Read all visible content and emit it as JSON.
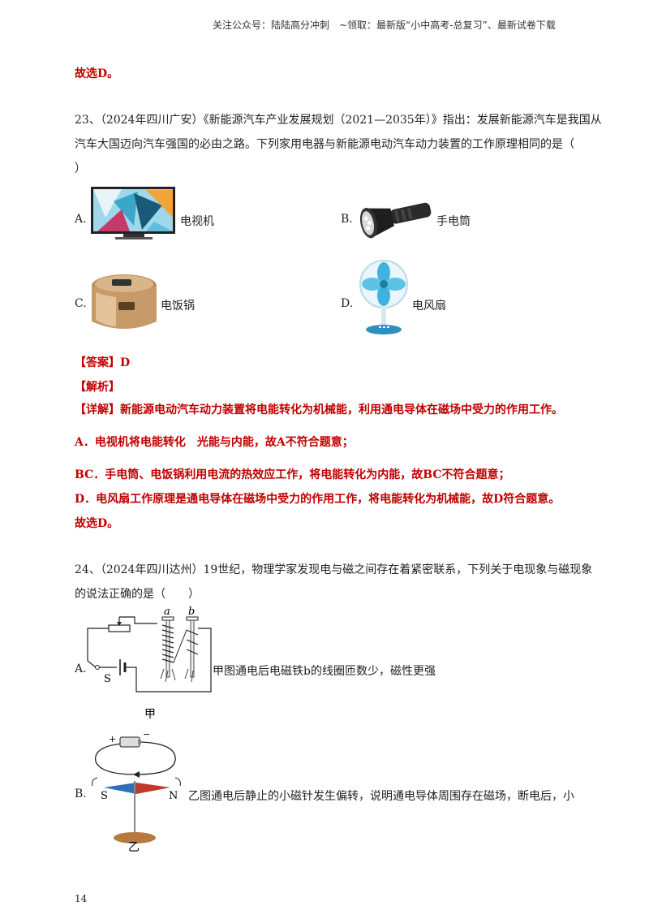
{
  "header": "关注公众号：陆陆高分冲刺　~领取：最新版“小中高考-总复习”、最新试卷下载",
  "prev_conclusion": "故选D。",
  "q23": {
    "stem_line1": "23、（2024年四川广安）《新能源汽车产业发展规划（2021—2035年）》指出：发展新能源汽车是我国从",
    "stem_line2": "汽车大国迈向汽车强国的必由之路。下列家用电器与新能源电动汽车动力装置的工作原理相同的是（",
    "stem_line3": "）",
    "options": [
      {
        "letter": "A.",
        "text": "电视机",
        "icon": "tv-icon"
      },
      {
        "letter": "B.",
        "text": "手电筒",
        "icon": "flashlight-icon"
      },
      {
        "letter": "C.",
        "text": "电饭锅",
        "icon": "rice-cooker-icon"
      },
      {
        "letter": "D.",
        "text": "电风扇",
        "icon": "electric-fan-icon"
      }
    ],
    "answer": "【答案】D",
    "analysis_title": "【解析】",
    "detail": "【详解】新能源电动汽车动力装置将电能转化为机械能，利用通电导体在磁场中受力的作用工作。",
    "explain_a": "A．电视机将电能转化　光能与内能，故A不符合题意；",
    "explain_bc": "BC．手电筒、电饭锅利用电流的热效应工作，将电能转化为内能，故BC不符合题意；",
    "explain_d": "D．电风扇工作原理是通电导体在磁场中受力的作用工作，将电能转化为机械能，故D符合题意。",
    "conclusion": "故选D。"
  },
  "q24": {
    "stem_line1": "24、（2024年四川达州）19世纪，物理学家发现电与磁之间存在着紧密联系，下列关于电现象与磁现象",
    "stem_line2": "的说法正确的是（　　）",
    "option_a_letter": "A.",
    "option_a_text": "甲图通电后电磁铁b的线圈匝数少，磁性更强",
    "fig_a_labels": {
      "a": "a",
      "b": "b",
      "s": "S",
      "caption": "甲"
    },
    "option_b_letter": "B.",
    "option_b_text": "乙图通电后静止的小磁针发生偏转，说明通电导体周围存在磁场，断电后，小",
    "fig_b_labels": {
      "plus": "+",
      "minus": "−",
      "s": "S",
      "n": "N",
      "caption": "乙"
    }
  },
  "page_number": "14"
}
